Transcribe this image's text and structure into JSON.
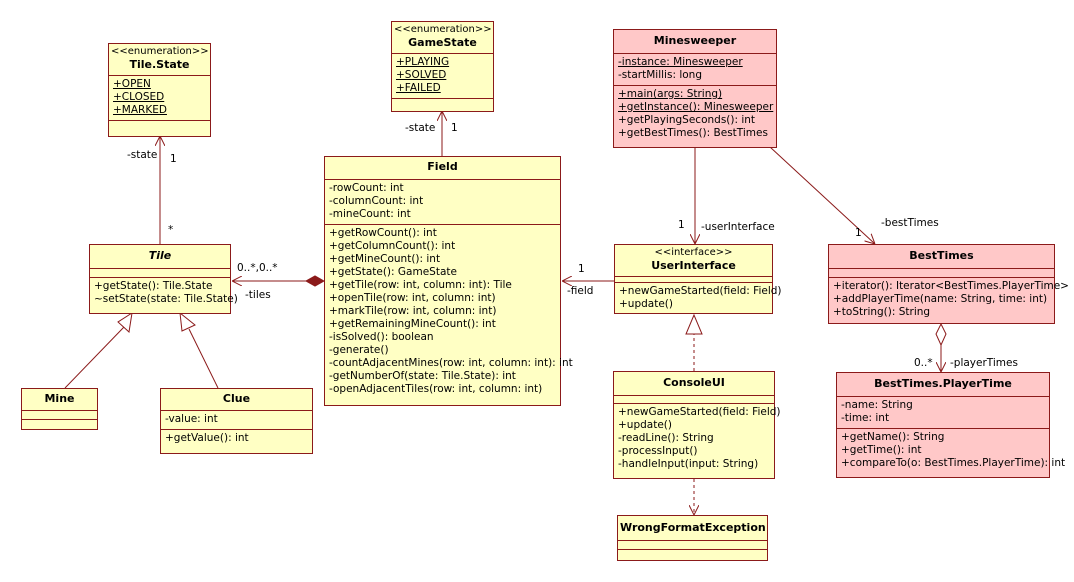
{
  "classes": {
    "tile_state": {
      "stereotype": "<<enumeration>>",
      "name": "Tile.State",
      "attributes": [
        "+OPEN",
        "+CLOSED",
        "+MARKED"
      ],
      "operations": []
    },
    "game_state": {
      "stereotype": "<<enumeration>>",
      "name": "GameState",
      "attributes": [
        "+PLAYING",
        "+SOLVED",
        "+FAILED"
      ],
      "operations": []
    },
    "minesweeper": {
      "name": "Minesweeper",
      "attributes": [
        "-instance: Minesweeper",
        "-startMillis: long"
      ],
      "operations": [
        "+main(args: String)",
        "+getInstance(): Minesweeper",
        "+getPlayingSeconds(): int",
        "+getBestTimes(): BestTimes"
      ]
    },
    "field": {
      "name": "Field",
      "attributes": [
        "-rowCount: int",
        "-columnCount: int",
        "-mineCount: int"
      ],
      "operations": [
        "+getRowCount(): int",
        "+getColumnCount(): int",
        "+getMineCount(): int",
        "+getState(): GameState",
        "+getTile(row: int, column: int): Tile",
        "+openTile(row: int, column: int)",
        "+markTile(row: int, column: int)",
        "+getRemainingMineCount(): int",
        "-isSolved(): boolean",
        "-generate()",
        "-countAdjacentMines(row: int, column: int): int",
        "-getNumberOf(state: Tile.State): int",
        "-openAdjacentTiles(row: int, column: int)"
      ]
    },
    "tile": {
      "name": "Tile",
      "attributes": [],
      "operations": [
        "+getState(): Tile.State",
        "~setState(state: Tile.State)"
      ]
    },
    "mine": {
      "name": "Mine",
      "attributes": [],
      "operations": []
    },
    "clue": {
      "name": "Clue",
      "attributes": [
        "-value: int"
      ],
      "operations": [
        "+getValue(): int"
      ]
    },
    "user_interface": {
      "stereotype": "<<interface>>",
      "name": "UserInterface",
      "attributes": [],
      "operations": [
        "+newGameStarted(field: Field)",
        "+update()"
      ]
    },
    "console_ui": {
      "name": "ConsoleUI",
      "attributes": [],
      "operations": [
        "+newGameStarted(field: Field)",
        "+update()",
        "-readLine(): String",
        "-processInput()",
        "-handleInput(input: String)"
      ]
    },
    "wrong_format_exception": {
      "name": "WrongFormatException",
      "attributes": [],
      "operations": []
    },
    "best_times": {
      "name": "BestTimes",
      "attributes": [],
      "operations": [
        "+iterator(): Iterator<BestTimes.PlayerTime>",
        "+addPlayerTime(name: String, time: int)",
        "+toString(): String"
      ]
    },
    "player_time": {
      "name": "BestTimes.PlayerTime",
      "attributes": [
        "-name: String",
        "-time: int"
      ],
      "operations": [
        "+getName(): String",
        "+getTime(): int",
        "+compareTo(o: BestTimes.PlayerTime): int"
      ]
    }
  },
  "labels": {
    "tile_state_role": "-state",
    "tile_state_mult": "1",
    "tile_mult": "*",
    "game_state_role": "-state",
    "game_state_mult": "1",
    "tiles_mult": "0..*,0..*",
    "tiles_role": "-tiles",
    "field_mult": "1",
    "field_role": "-field",
    "ui_mult": "1",
    "ui_role": "-userInterface",
    "best_times_role": "-bestTimes",
    "best_times_mult": "1",
    "player_times_mult": "0..*",
    "player_times_role": "-playerTimes"
  },
  "colors": {
    "border": "#8b1a1a",
    "yellow": "#ffffc4",
    "pink": "#ffc8c8"
  }
}
